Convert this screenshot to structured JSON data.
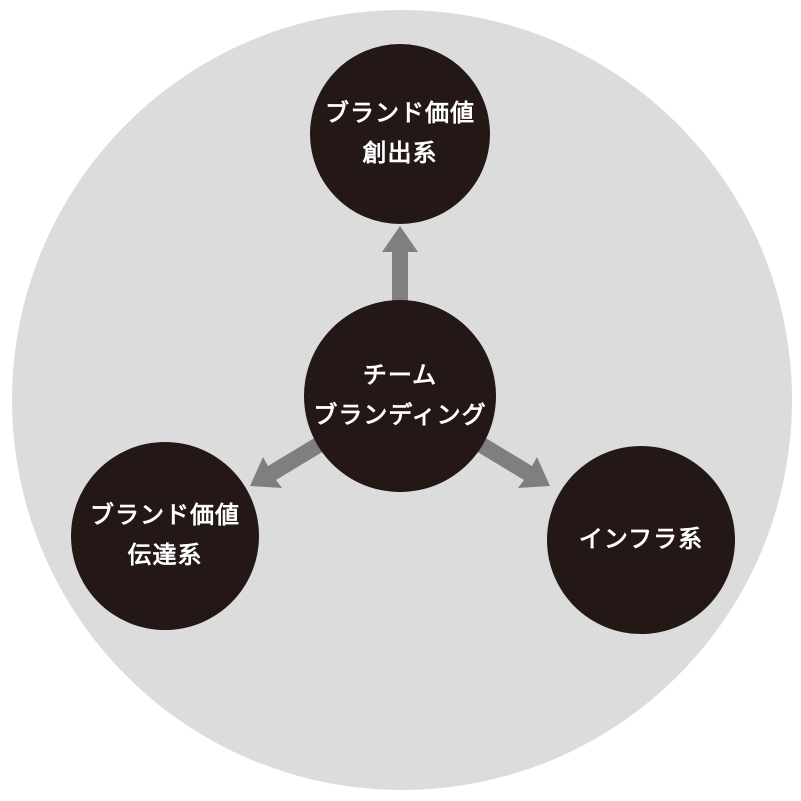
{
  "diagram": {
    "center_node": {
      "id": "team-branding",
      "label": "チーム\nブランディング"
    },
    "nodes": [
      {
        "id": "brand-value-creation",
        "label": "ブランド価値\n創出系"
      },
      {
        "id": "brand-value-transmission",
        "label": "ブランド価値\n伝達系"
      },
      {
        "id": "infrastructure",
        "label": "インフラ系"
      }
    ],
    "colors": {
      "background_circle": "#dcdcdc",
      "node_fill": "#231815",
      "arrow": "#7f7f7f",
      "label_text": "#ffffff"
    }
  }
}
